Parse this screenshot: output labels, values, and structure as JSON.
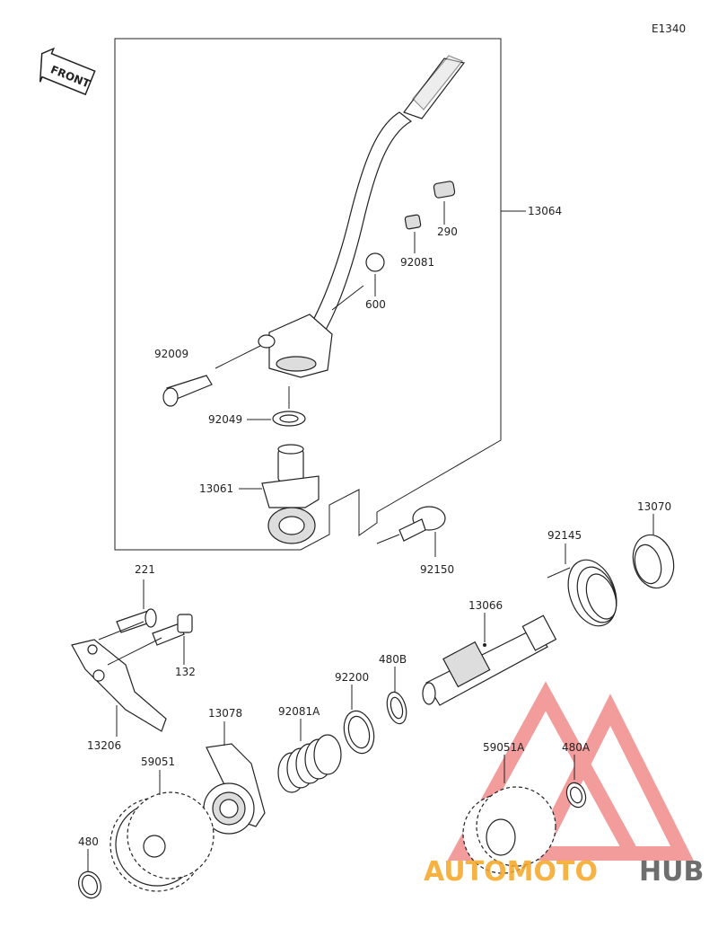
{
  "diagram_code": "E1340",
  "front_label": "FRONT",
  "parts": {
    "p13064": "13064",
    "p290": "290",
    "p92081": "92081",
    "p600": "600",
    "p92009": "92009",
    "p92049": "92049",
    "p13061": "13061",
    "p92150": "92150",
    "p92145": "92145",
    "p13070": "13070",
    "p221": "221",
    "p132": "132",
    "p13206": "13206",
    "p13066": "13066",
    "p480B": "480B",
    "p92200": "92200",
    "p92081A": "92081A",
    "p13078": "13078",
    "p59051": "59051",
    "p480": "480",
    "p59051A": "59051A",
    "p480A": "480A"
  },
  "watermark": {
    "part1": "AUTOMOTO",
    "part2": "HUB",
    "color_primary": "#f5a623",
    "color_secondary": "#555555",
    "triangle_color": "#e84c4c"
  }
}
